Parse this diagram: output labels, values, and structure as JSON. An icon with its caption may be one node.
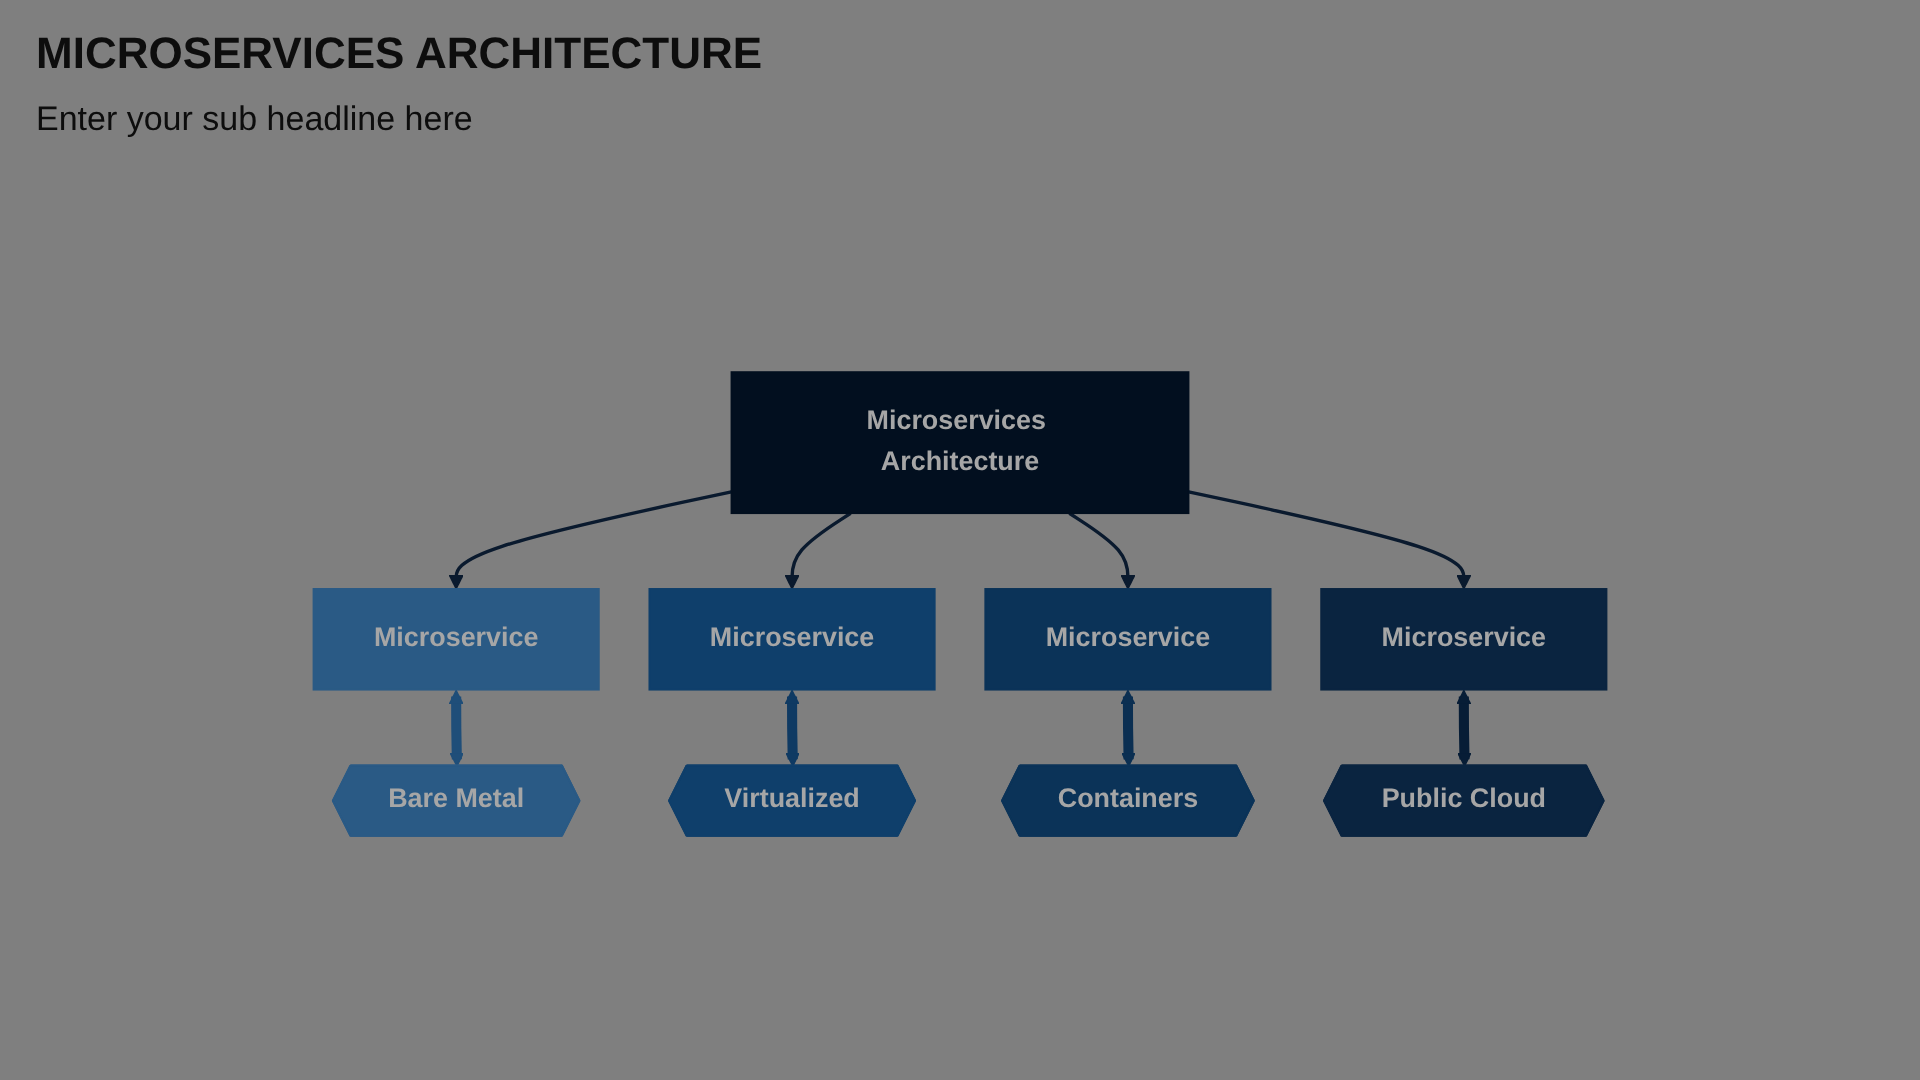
{
  "diagram": {
    "title": "MICROSERVICES ARCHITECTURE",
    "nodes": [
      {
        "text": [
          "Microservices Architecture"
        ]
      },
      {
        "text": [
          "Microservice"
        ]
      },
      {
        "text": [
          "Microservice"
        ]
      },
      {
        "text": [
          "Microservice"
        ]
      },
      {
        "text": [
          "Microservice"
        ]
      },
      {
        "text": [
          "Bare Metal"
        ]
      },
      {
        "text": [
          "Virtualized"
        ]
      },
      {
        "text": [
          "Containers"
        ]
      },
      {
        "text": [
          "Public Cloud"
        ]
      }
    ],
    "edges": [
      {
        "from": 0,
        "to": 1,
        "arrow": "to"
      },
      {
        "from": 0,
        "to": 2,
        "arrow": "to"
      },
      {
        "from": 0,
        "to": 3,
        "arrow": "to"
      },
      {
        "from": 0,
        "to": 4,
        "arrow": "to"
      },
      {
        "from": 1,
        "to": 5,
        "arrow": "both",
        "style": "thick",
        "color": "#1f4e79"
      },
      {
        "from": 2,
        "to": 6,
        "arrow": "both",
        "style": "thick",
        "color": "#0f3a63"
      },
      {
        "from": 3,
        "to": 7,
        "arrow": "both",
        "style": "thick",
        "color": "#0b2f52"
      },
      {
        "from": 4,
        "to": 8,
        "arrow": "both",
        "style": "thick",
        "color": "#071d36"
      }
    ],
    "labels": [
      "Enter your sub headline here"
    ]
  }
}
